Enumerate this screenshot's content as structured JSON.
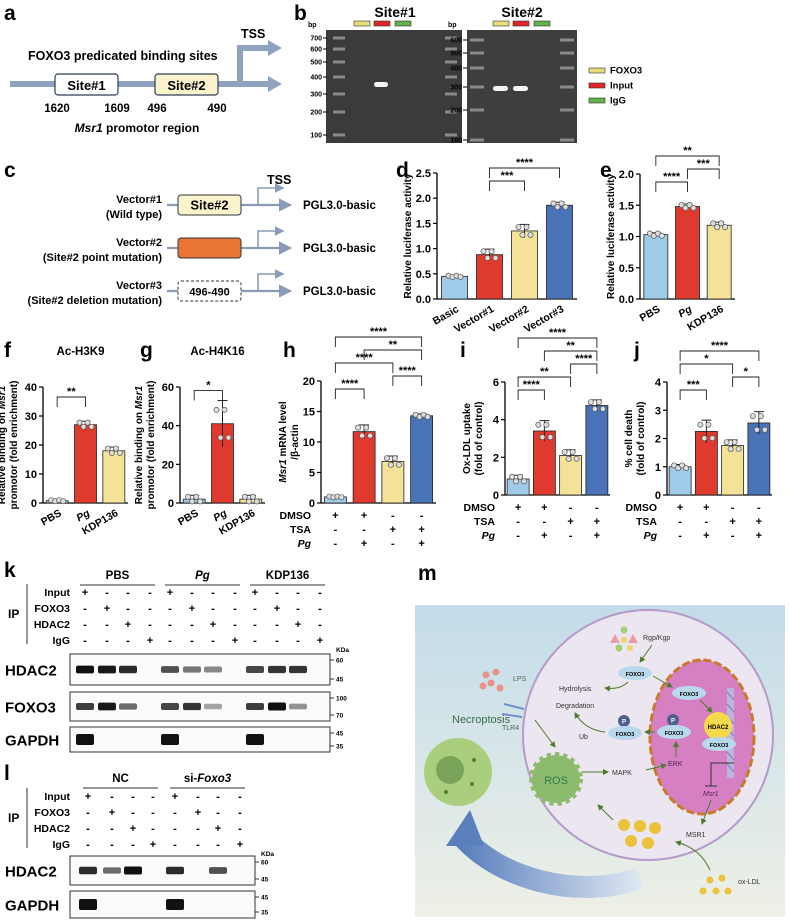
{
  "panel_letters": {
    "a": "a",
    "b": "b",
    "c": "c",
    "d": "d",
    "e": "e",
    "f": "f",
    "g": "g",
    "h": "h",
    "i": "i",
    "j": "j",
    "k": "k",
    "l": "l",
    "m": "m"
  },
  "panel_a": {
    "heading": "FOXO3 predicated binding sites",
    "tss": "TSS",
    "site1": "Site#1",
    "site2": "Site#2",
    "positions": [
      "1620",
      "1609",
      "496",
      "490"
    ],
    "gene": "Msr1",
    "region": " promotor region"
  },
  "panel_b": {
    "gel1_title": "Site#1",
    "gel2_title": "Site#2",
    "unit": "bp",
    "gel1_markers": [
      "700",
      "600",
      "500",
      "400",
      "300",
      "200",
      "100"
    ],
    "gel2_markers": [
      "600",
      "500",
      "400",
      "300",
      "200",
      "100"
    ],
    "legend": [
      {
        "label": "FOXO3",
        "color": "#e8dc7a"
      },
      {
        "label": "Input",
        "color": "#e0262a"
      },
      {
        "label": "IgG",
        "color": "#66b04a"
      }
    ]
  },
  "panel_c": {
    "tss": "TSS",
    "vectors": [
      {
        "name": "Vector#1",
        "desc": "(Wild type)",
        "box": "Site#2",
        "box_style": "wild",
        "plasmid": "PGL3.0-basic"
      },
      {
        "name": "Vector#2",
        "desc": "(Site#2 point mutation)",
        "box": "",
        "box_style": "point",
        "plasmid": "PGL3.0-basic"
      },
      {
        "name": "Vector#3",
        "desc": "(Site#2 deletion mutation)",
        "box": "496-490",
        "box_style": "deletion",
        "plasmid": "PGL3.0-basic"
      }
    ]
  },
  "colors": {
    "light_blue": "#9fcbe8",
    "red": "#e0392d",
    "yellow": "#f3e297",
    "blue": "#4a72b6"
  },
  "chart_data": [
    {
      "id": "d",
      "type": "bar",
      "title": "",
      "ylabel": "Relative luciferase activity",
      "ylim": [
        0,
        2.5
      ],
      "yticks": [
        "0.0",
        "0.5",
        "1.0",
        "1.5",
        "2.0",
        "2.5"
      ],
      "categories": [
        "Basic",
        "Vector#1",
        "Vector#2",
        "Vector#3"
      ],
      "values": [
        0.45,
        0.88,
        1.35,
        1.86
      ],
      "errors": [
        0.02,
        0.11,
        0.13,
        0.06
      ],
      "colors": [
        "#9fcbe8",
        "#e0392d",
        "#f3e297",
        "#4a72b6"
      ],
      "significance": [
        {
          "pair": [
            1,
            2
          ],
          "label": "***"
        },
        {
          "pair": [
            1,
            3
          ],
          "label": "****"
        }
      ]
    },
    {
      "id": "e",
      "type": "bar",
      "title": "",
      "ylabel": "Relative luciferase activity",
      "ylim": [
        0,
        2.0
      ],
      "yticks": [
        "0.0",
        "0.5",
        "1.0",
        "1.5",
        "2.0"
      ],
      "categories": [
        "PBS",
        "Pg",
        "KDP136"
      ],
      "italic_categories": [
        "Pg"
      ],
      "values": [
        1.03,
        1.48,
        1.18
      ],
      "errors": [
        0.03,
        0.04,
        0.05
      ],
      "colors": [
        "#9fcbe8",
        "#e0392d",
        "#f3e297"
      ],
      "significance": [
        {
          "pair": [
            0,
            1
          ],
          "label": "****"
        },
        {
          "pair": [
            1,
            2
          ],
          "label": "***"
        },
        {
          "pair": [
            0,
            2
          ],
          "label": "**"
        }
      ]
    },
    {
      "id": "f",
      "type": "bar",
      "title": "Ac-H3K9",
      "ylabel": "Relative binding on Msr1 promotor (fold enrichment)",
      "ylim": [
        0,
        40
      ],
      "yticks": [
        "0",
        "10",
        "20",
        "30",
        "40"
      ],
      "categories": [
        "PBS",
        "Pg",
        "KDP136"
      ],
      "italic_categories": [
        "Pg"
      ],
      "values": [
        0.8,
        27,
        18
      ],
      "errors": [
        0.3,
        1.2,
        1.3
      ],
      "colors": [
        "#9fcbe8",
        "#e0392d",
        "#f3e297"
      ],
      "significance": [
        {
          "pair": [
            0,
            1
          ],
          "label": "**"
        }
      ]
    },
    {
      "id": "g",
      "type": "bar",
      "title": "Ac-H4K16",
      "ylabel": "Relative binding on Msr1 promotor (fold enrichment)",
      "ylim": [
        0,
        60
      ],
      "yticks": [
        "0",
        "20",
        "40",
        "60"
      ],
      "categories": [
        "PBS",
        "Pg",
        "KDP136"
      ],
      "italic_categories": [
        "Pg"
      ],
      "values": [
        2,
        41,
        2
      ],
      "errors": [
        2,
        12,
        2
      ],
      "colors": [
        "#9fcbe8",
        "#e0392d",
        "#f3e297"
      ],
      "significance": [
        {
          "pair": [
            0,
            1
          ],
          "label": "*"
        }
      ]
    },
    {
      "id": "h",
      "type": "bar",
      "title": "",
      "ylabel": "Msr1 mRNA level /β-actin",
      "ylim": [
        0,
        20
      ],
      "yticks": [
        "0",
        "5",
        "10",
        "15",
        "20"
      ],
      "conditions": [
        {
          "label": "DMSO",
          "values": [
            "+",
            "+",
            "-",
            "-"
          ]
        },
        {
          "label": "TSA",
          "values": [
            "-",
            "-",
            "+",
            "+"
          ]
        },
        {
          "label": "Pg",
          "values": [
            "-",
            "+",
            "-",
            "+"
          ]
        }
      ],
      "values": [
        1.0,
        11.7,
        6.8,
        14.3
      ],
      "errors": [
        0.1,
        1.1,
        0.9,
        0.3
      ],
      "colors": [
        "#9fcbe8",
        "#e0392d",
        "#f3e297",
        "#4a72b6"
      ],
      "significance": [
        {
          "pair": [
            0,
            1
          ],
          "label": "****"
        },
        {
          "pair": [
            2,
            3
          ],
          "label": "****"
        },
        {
          "pair": [
            0,
            2
          ],
          "label": "****"
        },
        {
          "pair": [
            1,
            3
          ],
          "label": "**"
        },
        {
          "pair": [
            0,
            3
          ],
          "label": "****"
        }
      ]
    },
    {
      "id": "i",
      "type": "bar",
      "title": "",
      "ylabel": "Ox-LDL uptake (fold of control)",
      "ylim": [
        0,
        6
      ],
      "yticks": [
        "0",
        "2",
        "4",
        "6"
      ],
      "conditions": [
        {
          "label": "DMSO",
          "values": [
            "+",
            "+",
            "-",
            "-"
          ]
        },
        {
          "label": "TSA",
          "values": [
            "-",
            "-",
            "+",
            "+"
          ]
        },
        {
          "label": "Pg",
          "values": [
            "-",
            "+",
            "-",
            "+"
          ]
        }
      ],
      "values": [
        0.85,
        3.4,
        2.1,
        4.75
      ],
      "errors": [
        0.2,
        0.55,
        0.3,
        0.3
      ],
      "colors": [
        "#9fcbe8",
        "#e0392d",
        "#f3e297",
        "#4a72b6"
      ],
      "significance": [
        {
          "pair": [
            0,
            1
          ],
          "label": "****"
        },
        {
          "pair": [
            0,
            2
          ],
          "label": "**"
        },
        {
          "pair": [
            2,
            3
          ],
          "label": "****"
        },
        {
          "pair": [
            1,
            3
          ],
          "label": "**"
        },
        {
          "pair": [
            0,
            3
          ],
          "label": "****"
        }
      ]
    },
    {
      "id": "j",
      "type": "bar",
      "title": "",
      "ylabel": "% cell death (fold of control)",
      "ylim": [
        0,
        4
      ],
      "yticks": [
        "0",
        "1",
        "2",
        "3",
        "4"
      ],
      "conditions": [
        {
          "label": "DMSO",
          "values": [
            "+",
            "+",
            "-",
            "-"
          ]
        },
        {
          "label": "TSA",
          "values": [
            "-",
            "-",
            "+",
            "+"
          ]
        },
        {
          "label": "Pg",
          "values": [
            "-",
            "+",
            "-",
            "+"
          ]
        }
      ],
      "values": [
        1.0,
        2.25,
        1.75,
        2.55
      ],
      "errors": [
        0.08,
        0.4,
        0.2,
        0.4
      ],
      "colors": [
        "#9fcbe8",
        "#e0392d",
        "#f3e297",
        "#4a72b6"
      ],
      "significance": [
        {
          "pair": [
            0,
            1
          ],
          "label": "***"
        },
        {
          "pair": [
            2,
            3
          ],
          "label": "*"
        },
        {
          "pair": [
            0,
            2
          ],
          "label": "*"
        },
        {
          "pair": [
            0,
            3
          ],
          "label": "****"
        }
      ]
    }
  ],
  "panel_k": {
    "groups": [
      "PBS",
      "Pg",
      "KDP136"
    ],
    "ip_label": "IP",
    "rows": [
      {
        "label": "Input",
        "values": [
          "+",
          "-",
          "-",
          "-",
          "+",
          "-",
          "-",
          "-",
          "+",
          "-",
          "-",
          "-"
        ]
      },
      {
        "label": "FOXO3",
        "values": [
          "-",
          "+",
          "-",
          "-",
          "-",
          "+",
          "-",
          "-",
          "-",
          "+",
          "-",
          "-"
        ]
      },
      {
        "label": "HDAC2",
        "values": [
          "-",
          "-",
          "+",
          "-",
          "-",
          "-",
          "+",
          "-",
          "-",
          "-",
          "+",
          "-"
        ]
      },
      {
        "label": "IgG",
        "values": [
          "-",
          "-",
          "-",
          "+",
          "-",
          "-",
          "-",
          "+",
          "-",
          "-",
          "-",
          "+"
        ]
      }
    ],
    "kda": "KDa",
    "blots": [
      {
        "label": "HDAC2",
        "markers": [
          "60",
          "45"
        ],
        "intensity": [
          0.95,
          0.9,
          0.8,
          0,
          0.6,
          0.4,
          0.3,
          0,
          0.65,
          0.75,
          0.75,
          0
        ]
      },
      {
        "label": "FOXO3",
        "markers": [
          "100",
          "70"
        ],
        "intensity": [
          0.7,
          0.9,
          0.45,
          0,
          0.65,
          0.75,
          0.15,
          0,
          0.7,
          1,
          0.25,
          0
        ]
      },
      {
        "label": "GAPDH",
        "markers": [
          "45",
          "35"
        ],
        "intensity": [
          1,
          0,
          0,
          0,
          1,
          0,
          0,
          0,
          0.95,
          0,
          0,
          0
        ]
      }
    ]
  },
  "panel_l": {
    "groups": [
      "NC",
      "si-",
      "Foxo3"
    ],
    "ip_label": "IP",
    "rows": [
      {
        "label": "Input",
        "values": [
          "+",
          "-",
          "-",
          "-",
          "+",
          "-",
          "-",
          "-"
        ]
      },
      {
        "label": "FOXO3",
        "values": [
          "-",
          "+",
          "-",
          "-",
          "-",
          "+",
          "-",
          "-"
        ]
      },
      {
        "label": "HDAC2",
        "values": [
          "-",
          "-",
          "+",
          "-",
          "-",
          "-",
          "+",
          "-"
        ]
      },
      {
        "label": "IgG",
        "values": [
          "-",
          "-",
          "-",
          "+",
          "-",
          "-",
          "-",
          "+"
        ]
      }
    ],
    "kda": "KDa",
    "blots": [
      {
        "label": "HDAC2",
        "markers": [
          "60",
          "45"
        ],
        "intensity": [
          0.8,
          0.45,
          1,
          0,
          0.8,
          0,
          0.6,
          0
        ]
      },
      {
        "label": "GAPDH",
        "markers": [
          "45",
          "35"
        ],
        "intensity": [
          1,
          0,
          0,
          0,
          0.95,
          0,
          0,
          0
        ]
      }
    ]
  },
  "panel_m": {
    "necroptosis": "Necroptosis",
    "rgp_kgp": "Rgp/Kgp",
    "lps": "LPS",
    "tlr4": "TLR4",
    "hydrolysis": "Hydrolysis",
    "degradation": "Degradation",
    "ub": "Ub",
    "foxo3": "FOXO3",
    "p": "P",
    "hdac2": "HDAC2",
    "ros": "ROS",
    "mapk": "MAPK",
    "erk": "ERK",
    "msr1_gene": "Msr1",
    "msr1": "MSR1",
    "oxldl": "ox-LDL"
  }
}
